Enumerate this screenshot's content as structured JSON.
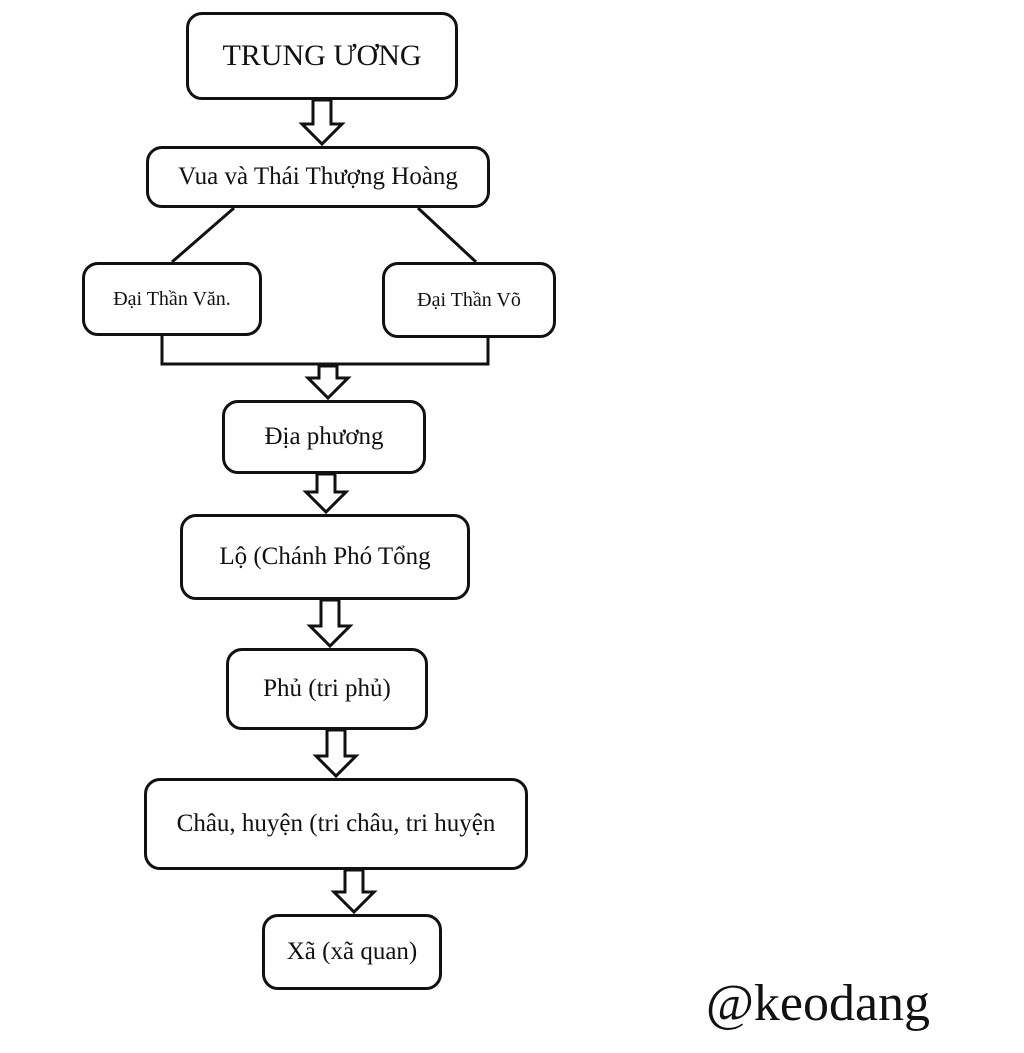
{
  "nodes": {
    "trung_uong": "TRUNG ƯƠNG",
    "vua": "Vua và Thái Thượng Hoàng",
    "dai_than_van": "Đại Thần Văn.",
    "dai_than_vo": "Đại Thần Võ",
    "dia_phuong": "Địa phương",
    "lo": "Lộ (Chánh Phó Tổng",
    "phu": "Phủ (tri phủ)",
    "chau_huyen": "Châu, huyện (tri châu, tri huyện",
    "xa": "Xã (xã quan)"
  },
  "watermark": "@keodang",
  "colors": {
    "stroke": "#111111",
    "background": "#ffffff"
  }
}
